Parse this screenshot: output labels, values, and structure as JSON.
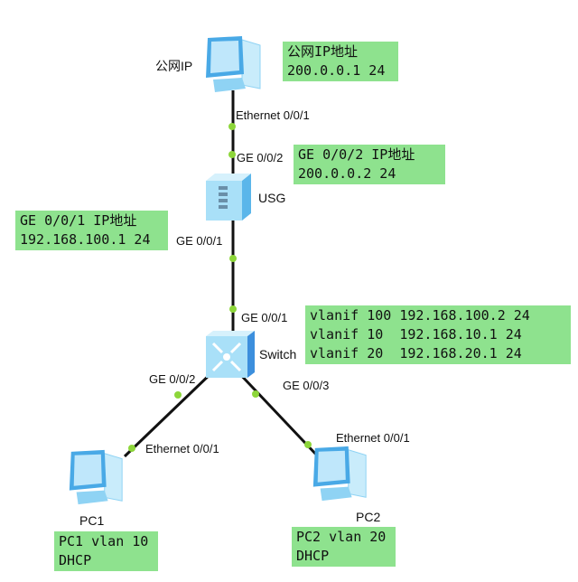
{
  "colors": {
    "note_bg": "#8ee28e",
    "port_dot": "#8dd63a",
    "link": "#111111",
    "device": "#8fd3f4"
  },
  "devices": {
    "internet_pc": {
      "label": "公网IP",
      "icon": "pc-icon"
    },
    "usg": {
      "label": "USG",
      "icon": "firewall-icon"
    },
    "switch": {
      "label": "Switch",
      "icon": "l3-switch-icon"
    },
    "pc1": {
      "label": "PC1",
      "icon": "pc-icon"
    },
    "pc2": {
      "label": "PC2",
      "icon": "pc-icon"
    }
  },
  "ports": {
    "internet_eth": "Ethernet 0/0/1",
    "usg_ge002": "GE 0/0/2",
    "usg_ge001": "GE 0/0/1",
    "sw_ge001": "GE 0/0/1",
    "sw_ge002": "GE 0/0/2",
    "sw_ge003": "GE 0/0/3",
    "pc1_eth": "Ethernet 0/0/1",
    "pc2_eth": "Ethernet 0/0/1"
  },
  "notes": {
    "internet": [
      "公网IP地址",
      "200.0.0.1 24"
    ],
    "usg_ge002": [
      "GE 0/0/2 IP地址",
      "200.0.0.2 24"
    ],
    "usg_ge001": [
      "GE 0/0/1 IP地址",
      "192.168.100.1 24"
    ],
    "switch": [
      "vlanif 100 192.168.100.2 24",
      "vlanif 10  192.168.10.1 24",
      "vlanif 20  192.168.20.1 24"
    ],
    "pc1": [
      "PC1 vlan 10",
      "DHCP"
    ],
    "pc2": [
      "PC2 vlan 20",
      "DHCP"
    ]
  }
}
